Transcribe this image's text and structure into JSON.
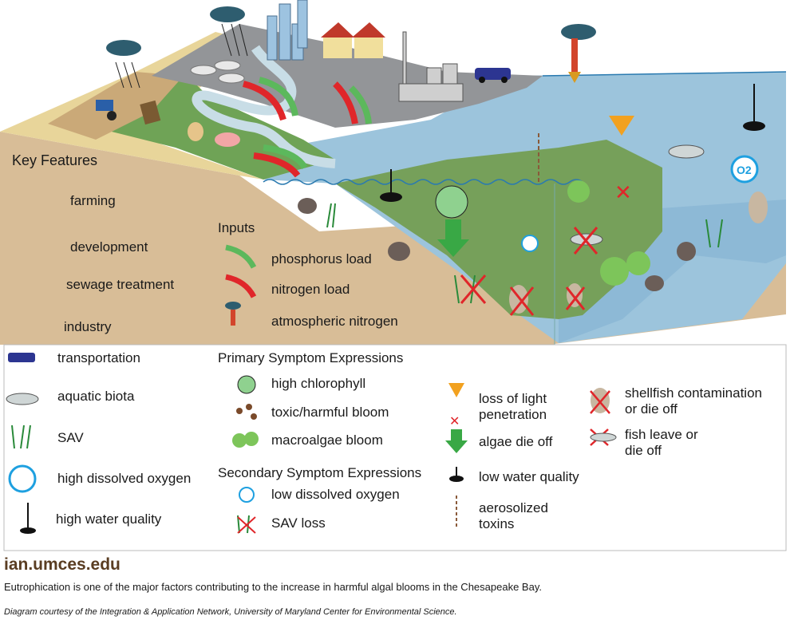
{
  "key_features": {
    "title": "Key Features",
    "items": [
      "farming",
      "development",
      "sewage treatment",
      "industry",
      "transportation",
      "aquatic biota",
      "SAV",
      "high dissolved oxygen",
      "high water quality"
    ]
  },
  "inputs": {
    "title": "Inputs",
    "items": [
      "phosphorus load",
      "nitrogen load",
      "atmospheric nitrogen"
    ]
  },
  "primary": {
    "title": "Primary Symptom Expressions",
    "items": [
      "high chlorophyll",
      "toxic/harmful bloom",
      "macroalgae bloom"
    ]
  },
  "secondary": {
    "title": "Secondary Symptom Expressions",
    "items": [
      "low dissolved oxygen",
      "SAV loss"
    ]
  },
  "col3": {
    "light_1": "loss of light",
    "light_2": "penetration",
    "algae_die_off": "algae die off",
    "low_water_quality": "low water quality",
    "aero_1": "aerosolized",
    "aero_2": "toxins"
  },
  "col4": {
    "shell_1": "shellfish contamination",
    "shell_2": "or die off",
    "fish_1": "fish leave or",
    "fish_2": "die off"
  },
  "scene": {
    "o2_label": "O2"
  },
  "footer": {
    "logo": "ian.umces.edu",
    "caption": "Eutrophication is one of the major factors contributing to the increase in harmful algal blooms in the Chesapeake Bay.",
    "credit": "Diagram courtesy of the Integration & Application Network, University of Maryland Center for Environmental Science."
  },
  "colors": {
    "land": "#d8bd97",
    "water": "#9cc4dc",
    "algae": "#76a05a",
    "phosphorus": "#5cb85c",
    "nitrogen": "#e0262a",
    "urban": "#939598"
  }
}
